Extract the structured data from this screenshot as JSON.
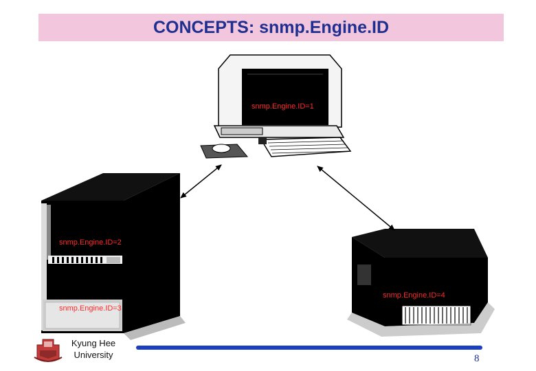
{
  "slide": {
    "title": "CONCEPTS: snmp.Engine.ID",
    "page_number": "8"
  },
  "nodes": {
    "workstation": {
      "label": "snmp.Engine.ID=1"
    },
    "rack_top": {
      "label": "snmp.Engine.ID=2"
    },
    "rack_bottom": {
      "label": "snmp.Engine.ID=3"
    },
    "box": {
      "label": "snmp.Engine.ID=4"
    }
  },
  "footer": {
    "line1": "Kyung Hee",
    "line2": "University"
  },
  "colors": {
    "title_bg": "#f2c6dc",
    "title_text": "#1f2f8f",
    "label_text": "#ff2a2a",
    "footer_line": "#1a3fbf"
  }
}
